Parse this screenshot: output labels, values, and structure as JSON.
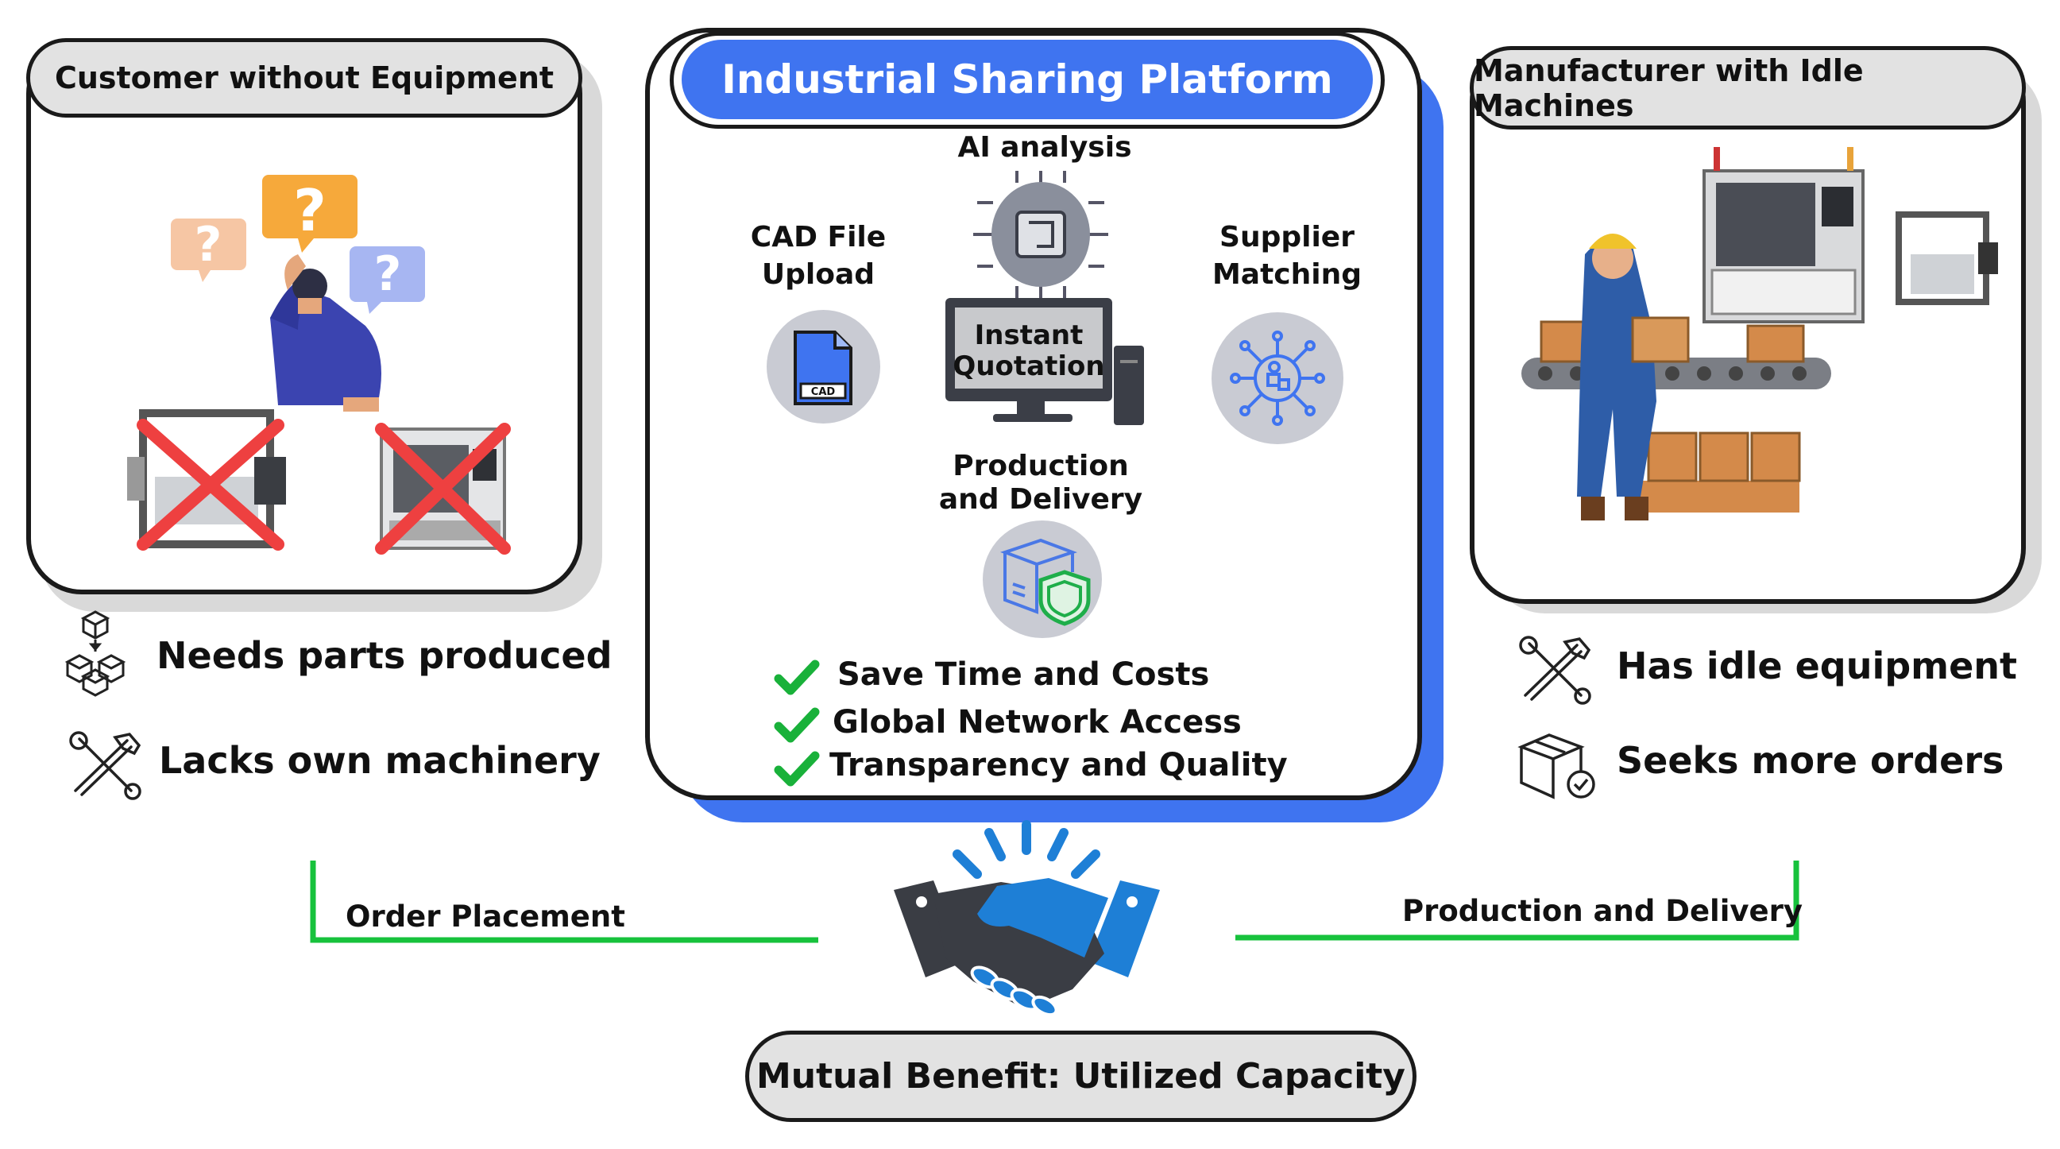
{
  "left_panel": {
    "title": "Customer without Equipment",
    "points": [
      {
        "icon": "cubes-icon",
        "label": "Needs parts produced"
      },
      {
        "icon": "tools-icon",
        "label": "Lacks own machinery"
      }
    ]
  },
  "center_panel": {
    "title": "Industrial Sharing Platform",
    "ai_label": "AI analysis",
    "cad_label_1": "CAD File",
    "cad_label_2": "Upload",
    "cad_badge": "CAD",
    "supplier_label_1": "Supplier",
    "supplier_label_2": "Matching",
    "quote_label_1": "Instant",
    "quote_label_2": "Quotation",
    "production_label_1": "Production",
    "production_label_2": "and Delivery",
    "benefits": [
      "Save Time and Costs",
      "Global Network Access",
      "Transparency and Quality"
    ]
  },
  "right_panel": {
    "title": "Manufacturer with Idle Machines",
    "points": [
      {
        "icon": "tools-icon",
        "label": "Has idle equipment"
      },
      {
        "icon": "box-check-icon",
        "label": "Seeks more orders"
      }
    ]
  },
  "flows": {
    "left": "Order Placement",
    "right": "Production and  Delivery"
  },
  "bottom": {
    "label": "Mutual Benefit: Utilized Capacity"
  },
  "colors": {
    "accent_blue": "#3f74f0",
    "check_green": "#19b13a",
    "line_green": "#17c23c",
    "cross_red": "#ee4040"
  }
}
